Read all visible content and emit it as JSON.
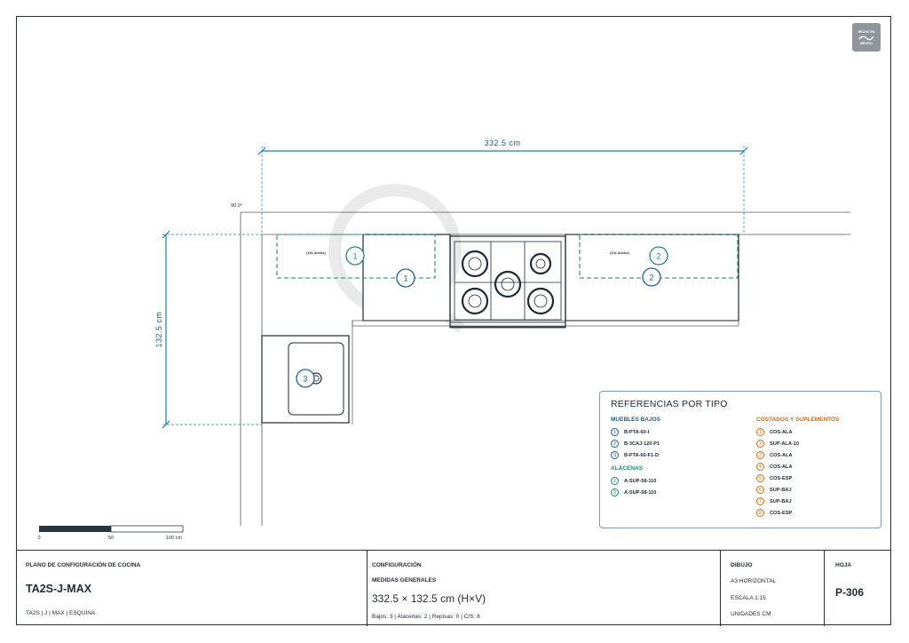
{
  "plan": {
    "width_dim": "332.5 cm",
    "height_dim": "132.5 cm",
    "angle": "90.0°",
    "cab1_note": "(101 Ancho)",
    "cab2_note": "(101 Ancho)",
    "markers": [
      "1",
      "1",
      "2",
      "2",
      "3"
    ],
    "scale_labels": [
      "0",
      "50",
      "100 cm"
    ]
  },
  "logo": {
    "line1": "HECHO EN",
    "line2": "MÉXICO"
  },
  "legend": {
    "title": "REFERENCIAS POR TIPO",
    "bajos_title": "MUEBLES BAJOS",
    "bajos": [
      {
        "n": "1",
        "code": "B-PTA-60-I"
      },
      {
        "n": "2",
        "code": "B-3CAJ-120-P1"
      },
      {
        "n": "3",
        "code": "B-PTA-60-F1-D"
      }
    ],
    "alacenas_title": "ALACENAS",
    "alacenas": [
      {
        "n": "1",
        "code": "A-SUP-58-110"
      },
      {
        "n": "2",
        "code": "A-SUP-58-110"
      }
    ],
    "costados_title": "COSTADOS Y SUPLEMENTOS",
    "costados": [
      {
        "n": "1",
        "code": "COS-ALA"
      },
      {
        "n": "2",
        "code": "SUP-ALA-10"
      },
      {
        "n": "3",
        "code": "COS-ALA"
      },
      {
        "n": "4",
        "code": "COS-ALA"
      },
      {
        "n": "5",
        "code": "COS-ESP"
      },
      {
        "n": "6",
        "code": "SUP-BAJ"
      },
      {
        "n": "7",
        "code": "SUP-BAJ"
      },
      {
        "n": "8",
        "code": "COS-ESP"
      }
    ]
  },
  "title_block": {
    "plan_label": "PLANO DE CONFIGURACIÓN DE COCINA",
    "model": "TA2S-J-MAX",
    "model_tags": "TA2S | J | MAX | ESQUINA",
    "config_label": "CONFIGURACIÓN",
    "medidas_label": "MEDIDAS GENERALES",
    "dimensions": "332.5 × 132.5 cm (H×V)",
    "summary": "Bajos: 3 | Alacenas: 2 | Repisas: 0 | C/S: 8",
    "dibujo_label": "DIBUJO",
    "format": "A3 HORIZONTAL",
    "scale": "ESCALA 1:15",
    "units": "UNIDADES CM",
    "hoja_label": "HOJA",
    "sheet": "P-306"
  }
}
